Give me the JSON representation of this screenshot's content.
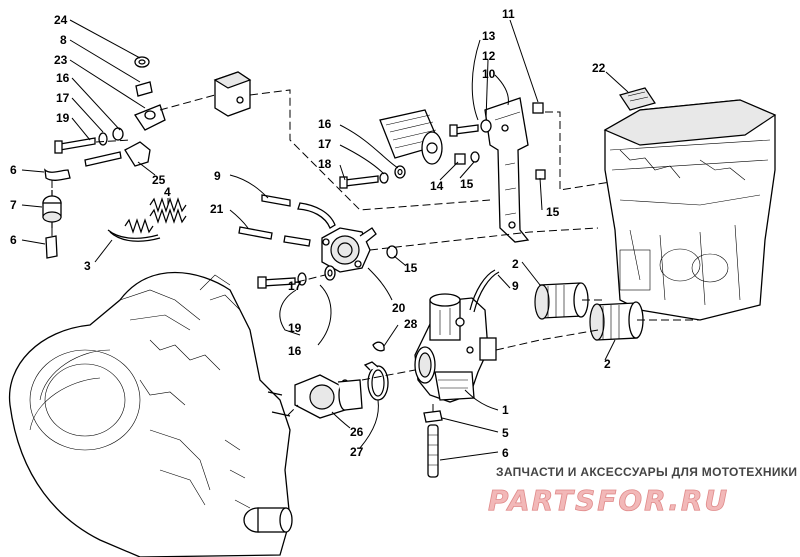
{
  "callouts": [
    {
      "id": "c24a",
      "text": "24"
    },
    {
      "id": "c8",
      "text": "8"
    },
    {
      "id": "c23",
      "text": "23"
    },
    {
      "id": "c16a",
      "text": "16"
    },
    {
      "id": "c17a",
      "text": "17"
    },
    {
      "id": "c19a",
      "text": "19"
    },
    {
      "id": "c6a",
      "text": "6"
    },
    {
      "id": "c7",
      "text": "7"
    },
    {
      "id": "c6b",
      "text": "6"
    },
    {
      "id": "c25",
      "text": "25"
    },
    {
      "id": "c4",
      "text": "4"
    },
    {
      "id": "c3",
      "text": "3"
    },
    {
      "id": "c9a",
      "text": "9"
    },
    {
      "id": "c21",
      "text": "21"
    },
    {
      "id": "c16b",
      "text": "16"
    },
    {
      "id": "c17b",
      "text": "17"
    },
    {
      "id": "c18",
      "text": "18"
    },
    {
      "id": "c14",
      "text": "14"
    },
    {
      "id": "c15a",
      "text": "15"
    },
    {
      "id": "c11",
      "text": "11"
    },
    {
      "id": "c13",
      "text": "13"
    },
    {
      "id": "c12",
      "text": "12"
    },
    {
      "id": "c10",
      "text": "10"
    },
    {
      "id": "c15b",
      "text": "15"
    },
    {
      "id": "c22",
      "text": "22"
    },
    {
      "id": "c15c",
      "text": "15"
    },
    {
      "id": "c20",
      "text": "20"
    },
    {
      "id": "c17c",
      "text": "17"
    },
    {
      "id": "c19b",
      "text": "19"
    },
    {
      "id": "c16c",
      "text": "16"
    },
    {
      "id": "c28",
      "text": "28"
    },
    {
      "id": "c9b",
      "text": "9"
    },
    {
      "id": "c2a",
      "text": "2"
    },
    {
      "id": "c2b",
      "text": "2"
    },
    {
      "id": "c1",
      "text": "1"
    },
    {
      "id": "c26",
      "text": "26"
    },
    {
      "id": "c27",
      "text": "27"
    },
    {
      "id": "c5",
      "text": "5"
    },
    {
      "id": "c6c",
      "text": "6"
    }
  ],
  "watermark": {
    "tagline": "ЗАПЧАСТИ И АКСЕССУАРЫ ДЛЯ МОТОТЕХНИКИ",
    "logo": "PARTSFOR.RU"
  }
}
